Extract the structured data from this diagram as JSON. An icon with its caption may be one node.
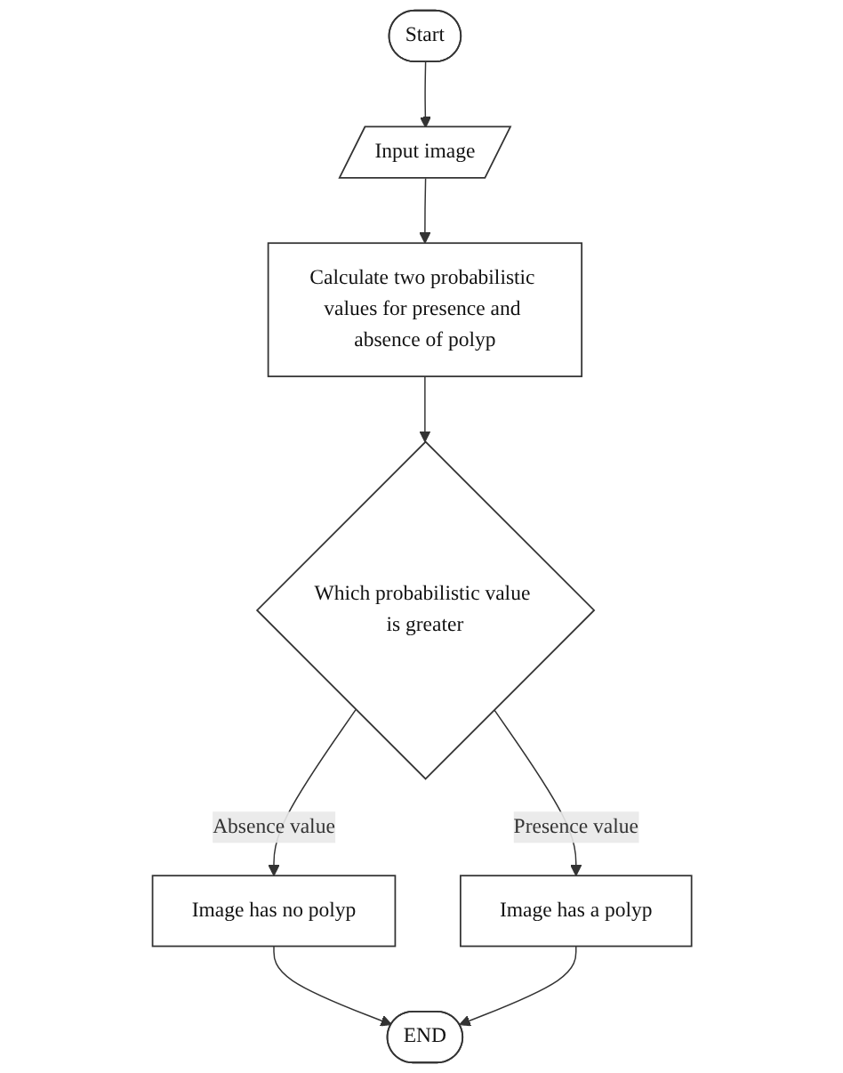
{
  "diagram": {
    "nodes": [
      {
        "text": [
          "Start"
        ]
      },
      {
        "text": [
          "Input image"
        ]
      },
      {
        "text": [
          "Calculate two probabilistic values for presence and absence of polyp"
        ]
      },
      {
        "text": [
          "Which probabilistic value is greater"
        ]
      },
      {
        "text": [
          "Image has a polyp"
        ]
      },
      {
        "text": [
          "Image has no polyp"
        ]
      },
      {
        "text": [
          "END"
        ]
      }
    ],
    "edges": [
      {
        "from": 0,
        "to": 1,
        "arrow": "to"
      },
      {
        "from": 1,
        "to": 2,
        "arrow": "to"
      },
      {
        "from": 2,
        "to": 3,
        "arrow": "to"
      },
      {
        "from": 3,
        "to": 4,
        "arrow": "to",
        "label": "Presence value"
      },
      {
        "from": 3,
        "to": 5,
        "arrow": "to",
        "label": "Absence value"
      },
      {
        "from": 5,
        "to": 6,
        "arrow": "to"
      },
      {
        "from": 4,
        "to": 6,
        "arrow": "to"
      }
    ]
  }
}
